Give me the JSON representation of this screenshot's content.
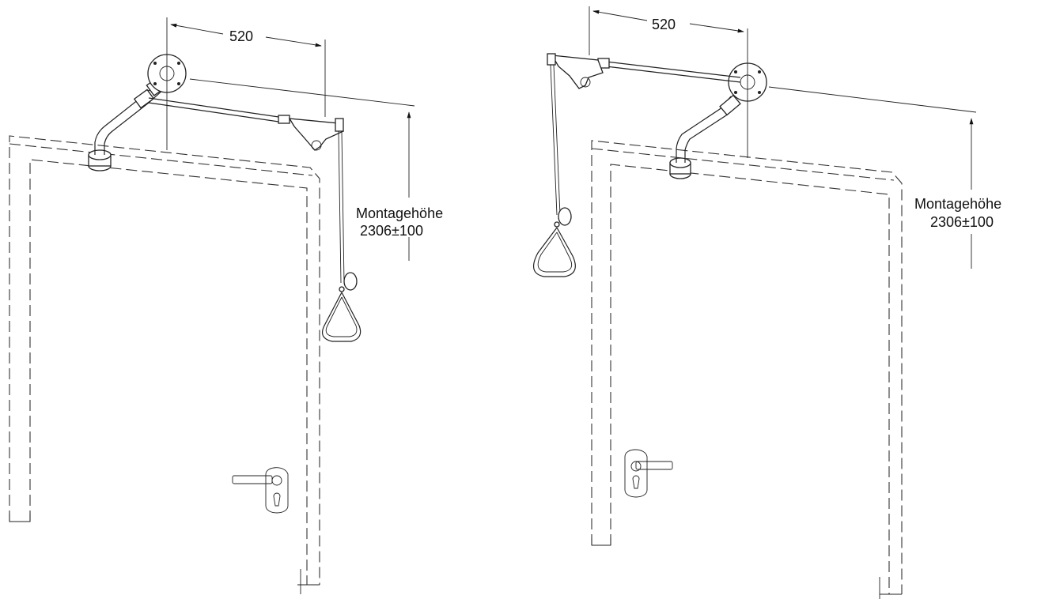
{
  "views": [
    {
      "id": "left",
      "width_dimension": "520",
      "height_label": "Montagehöhe",
      "height_value": "2306±100"
    },
    {
      "id": "right",
      "width_dimension": "520",
      "height_label": "Montagehöhe",
      "height_value": "2306±100"
    }
  ],
  "colors": {
    "line": "#222222",
    "background": "#ffffff"
  }
}
